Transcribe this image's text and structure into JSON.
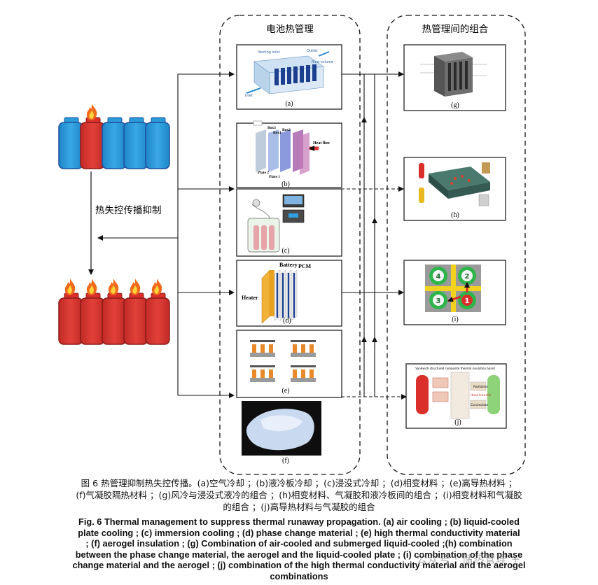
{
  "columns": {
    "left_title": "电池热管理",
    "right_title": "热管理间的组合"
  },
  "side_label": "热失控传播抑制",
  "panels": {
    "a": "(a)",
    "b": "(b)",
    "c": "(c)",
    "d": "(d)",
    "e": "(e)",
    "f": "(f)",
    "g": "(g)",
    "h": "(h)",
    "i": "(i)",
    "j": "(j)"
  },
  "panel_texts": {
    "a_inlet": "Inlet",
    "a_outlet": "Outlet",
    "a_venting": "Venting inlet",
    "a_fluid": "fluid volume",
    "b_box1": "Box1",
    "b_box2": "Box2",
    "b_box3": "Box3",
    "b_heatflux": "Heat flux",
    "b_plate1": "Plate 1",
    "b_plate2": "Plate 2",
    "d_battery": "Battery",
    "d_pcm": "PCM",
    "d_heater": "Heater",
    "i_1": "1",
    "i_2": "2",
    "i_3": "3",
    "i_4": "4",
    "j_title": "Sandwich structured composite thermal insulation board",
    "j_radiation": "Radiation",
    "j_heat": "Heat transfer",
    "j_convection": "Convection"
  },
  "caption_zh": [
    "图  6    热管理抑制热失控传播。(a)空气冷却    ；(b)液冷板冷却    ；(c)浸没式冷却    ；(d)相变材料    ；(e)高导热材料    ；",
    "(f)气凝胶隔热材料    ；(g)风冷与浸没式液冷的组合    ；(h)相变材料、气凝胶和液冷板间的组合    ；(i)相变材料和气凝胶",
    "的组合    ；(j)高导热材料与气凝胶的组合"
  ],
  "caption_en": [
    "Fig. 6    Thermal management to suppress thermal runaway propagation. (a) air cooling    ; (b) liquid-cooled",
    "plate cooling    ; (c) immersion cooling    ; (d) phase change material    ; (e) high thermal conductivity material",
    "; (f) aerogel insulation    ; (g) Combination of air-cooled and submerged liquid-cooled    ;(h) combination",
    "between the phase change material, the aerogel and the liquid-cooled plate    ; (i) combination of the phase",
    "change material and the aerogel    ; (j) combination of the high thermal conductivity material and the aerogel",
    "combinations"
  ],
  "watermark": "公众号 · 储热管理 +",
  "colors": {
    "cell_blue": "#2a9ad8",
    "cell_red": "#d9302c",
    "cell_outline": "#1d4f9e",
    "flame": "#f06a1c"
  }
}
